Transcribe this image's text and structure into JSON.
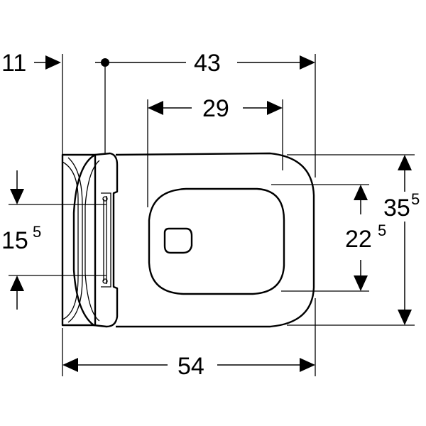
{
  "drawing": {
    "subject": "wall-hung toilet dimension drawing",
    "dimensions": {
      "d11": {
        "value": "11",
        "sup": ""
      },
      "d43": {
        "value": "43",
        "sup": ""
      },
      "d29": {
        "value": "29",
        "sup": ""
      },
      "d54": {
        "value": "54",
        "sup": ""
      },
      "d155": {
        "value": "15",
        "sup": "5"
      },
      "d225": {
        "value": "22",
        "sup": "5"
      },
      "d355": {
        "value": "35",
        "sup": "5"
      }
    }
  }
}
